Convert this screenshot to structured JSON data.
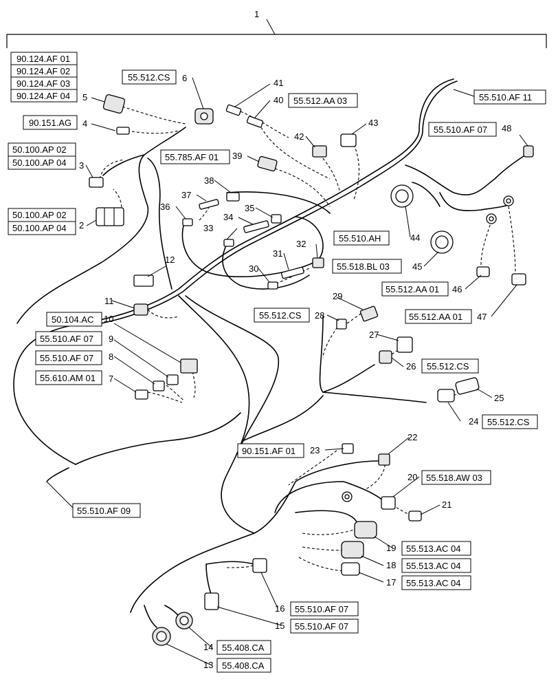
{
  "assembly": {
    "number": "1"
  },
  "callouts": {
    "c2": "2",
    "c3": "3",
    "c4": "4",
    "c5": "5",
    "c6": "6",
    "c7": "7",
    "c8": "8",
    "c9": "9",
    "c10": "10",
    "c11": "11",
    "c12": "12",
    "c13": "13",
    "c14": "14",
    "c15": "15",
    "c16": "16",
    "c17": "17",
    "c18": "18",
    "c19": "19",
    "c20": "20",
    "c21": "21",
    "c22": "22",
    "c23": "23",
    "c24": "24",
    "c25": "25",
    "c26": "26",
    "c27": "27",
    "c28": "28",
    "c29": "29",
    "c30": "30",
    "c31": "31",
    "c32": "32",
    "c33": "33",
    "c34": "34",
    "c35": "35",
    "c36": "36",
    "c37": "37",
    "c38": "38",
    "c39": "39",
    "c40": "40",
    "c41": "41",
    "c42": "42",
    "c43": "43",
    "c44": "44",
    "c45": "45",
    "c46": "46",
    "c47": "47",
    "c48": "48"
  },
  "refs": {
    "r90_124_af01": "90.124.AF 01",
    "r90_124_af02": "90.124.AF 02",
    "r90_124_af03": "90.124.AF 03",
    "r90_124_af04": "90.124.AF 04",
    "r90_151_ag": "90.151.AG",
    "r50_100_ap02_a": "50.100.AP 02",
    "r50_100_ap04_a": "50.100.AP 04",
    "r50_100_ap02_b": "50.100.AP 02",
    "r50_100_ap04_b": "50.100.AP 04",
    "r55_512_cs_6": "55.512.CS",
    "r55_512_aa03": "55.512.AA 03",
    "r55_510_af11": "55.510.AF 11",
    "r55_510_af07_48": "55.510.AF 07",
    "r55_785_af01": "55.785.AF 01",
    "r55_510_ah": "55.510.AH",
    "r55_518_bl03": "55.518.BL 03",
    "r55_512_aa01_46": "55.512.AA 01",
    "r55_512_aa01_47": "55.512.AA 01",
    "r55_512_cs_28": "55.512.CS",
    "r50_104_ac": "50.104.AC",
    "r55_510_af07_9": "55.510.AF 07",
    "r55_510_af07_8": "55.510.AF 07",
    "r55_610_am01": "55.610.AM 01",
    "r55_512_cs_26": "55.512.CS",
    "r55_512_cs_24": "55.512.CS",
    "r90_151_af01": "90.151.AF 01",
    "r55_518_aw03": "55.518.AW 03",
    "r55_510_af09": "55.510.AF 09",
    "r55_513_ac04_19": "55.513.AC 04",
    "r55_513_ac04_18": "55.513.AC 04",
    "r55_513_ac04_17": "55.513.AC 04",
    "r55_510_af07_16": "55.510.AF 07",
    "r55_510_af07_15": "55.510.AF 07",
    "r55_408_ca_14": "55.408.CA",
    "r55_408_ca_13": "55.408.CA"
  }
}
